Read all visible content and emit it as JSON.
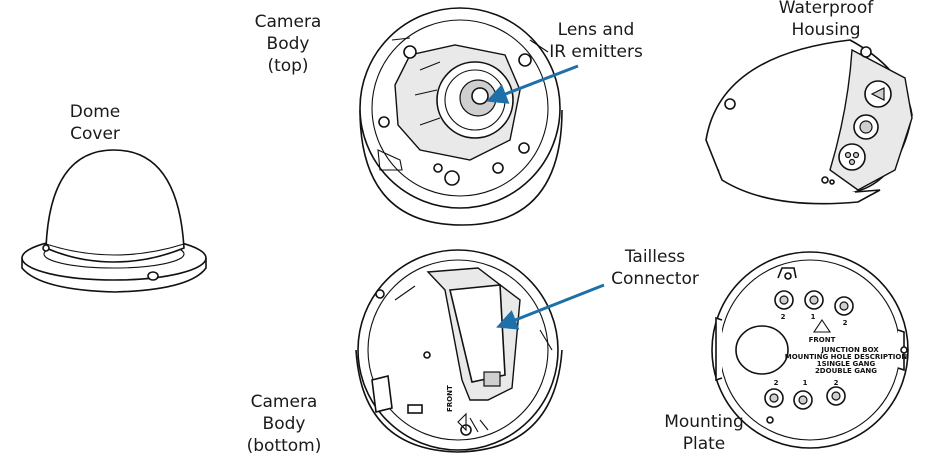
{
  "labels": {
    "dome_cover": [
      "Dome",
      "Cover"
    ],
    "camera_body_top": [
      "Camera",
      "Body",
      "(top)"
    ],
    "lens_ir": [
      "Lens and",
      "IR emitters"
    ],
    "waterproof_housing": [
      "Waterproof",
      "Housing"
    ],
    "tailless_connector": [
      "Tailless",
      "Connector"
    ],
    "camera_body_bottom": [
      "Camera",
      "Body",
      "(bottom)"
    ],
    "mounting_plate": [
      "Mounting",
      "Plate"
    ]
  },
  "plate_text": {
    "front": "FRONT",
    "junction_box": "JUNCTION BOX",
    "mounting_hole": "MOUNTING HOLE DESCRIPTION",
    "single_gang": "1SINGLE GANG",
    "double_gang": "2DOUBLE GANG",
    "hole_top": [
      "2",
      "1",
      "2"
    ],
    "hole_bottom": [
      "2",
      "1",
      "2"
    ]
  },
  "camera_bottom_text": {
    "front": "FRONT"
  },
  "colors": {
    "arrow": "#1f6fa8",
    "line": "#111111",
    "background": "#ffffff"
  }
}
